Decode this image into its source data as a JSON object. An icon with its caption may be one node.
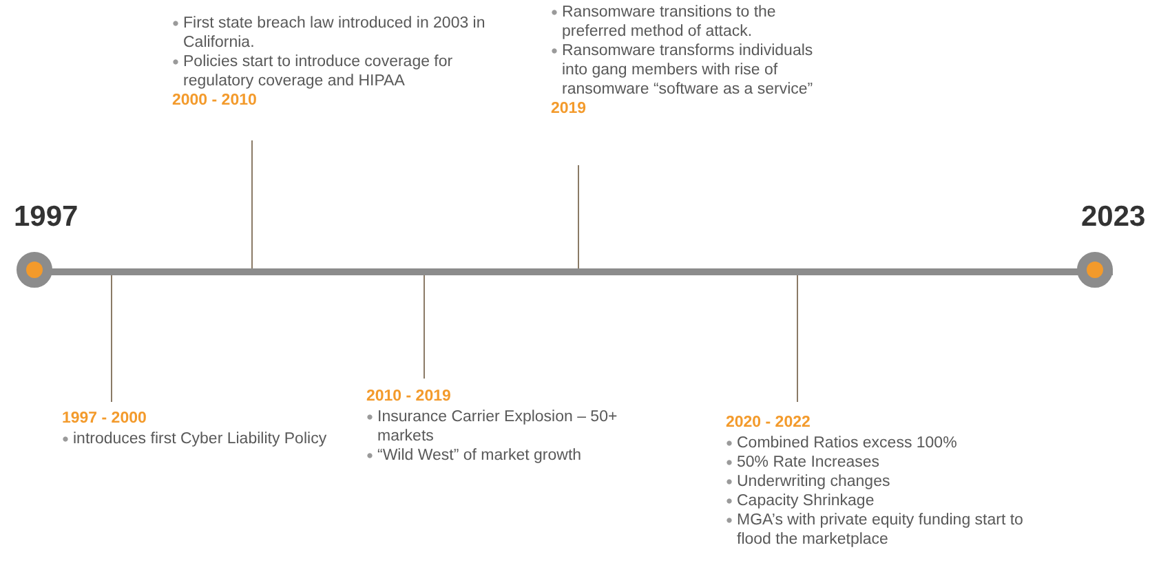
{
  "diagram": {
    "nodes": [
      {
        "text": [
          "1997"
        ]
      },
      {
        "text": [
          "2023"
        ]
      },
      {
        "text": [],
        "shape": "bar"
      },
      {
        "text": [
          "First state breach law introduced in 2003 in California.",
          "Policies start to introduce coverage for regulatory coverage and HIPAA",
          "2000 - 2010"
        ]
      },
      {
        "text": [
          "Ransomware transitions to the preferred method of attack.",
          "Ransomware transforms individuals into gang members with rise of ransomware “software as a service”",
          "2019"
        ]
      },
      {
        "text": [
          "1997 - 2000",
          "introduces first Cyber Liability Policy"
        ]
      },
      {
        "text": [
          "2010 - 2019",
          "Insurance Carrier Explosion – 50+ markets",
          "“Wild West” of market growth"
        ]
      },
      {
        "text": [
          "2020 - 2022",
          "Combined Ratios excess 100%",
          "50% Rate Increases",
          "Underwriting changes",
          "Capacity Shrinkage",
          "MGA’s with private equity funding start to flood the marketplace"
        ]
      }
    ],
    "edges": [
      {
        "from": 3,
        "to": 2,
        "arrow": "none"
      },
      {
        "from": 4,
        "to": 2,
        "arrow": "none"
      },
      {
        "from": 5,
        "to": 2,
        "arrow": "none"
      },
      {
        "from": 6,
        "to": 2,
        "arrow": "none"
      },
      {
        "from": 7,
        "to": 2,
        "arrow": "none"
      }
    ]
  }
}
